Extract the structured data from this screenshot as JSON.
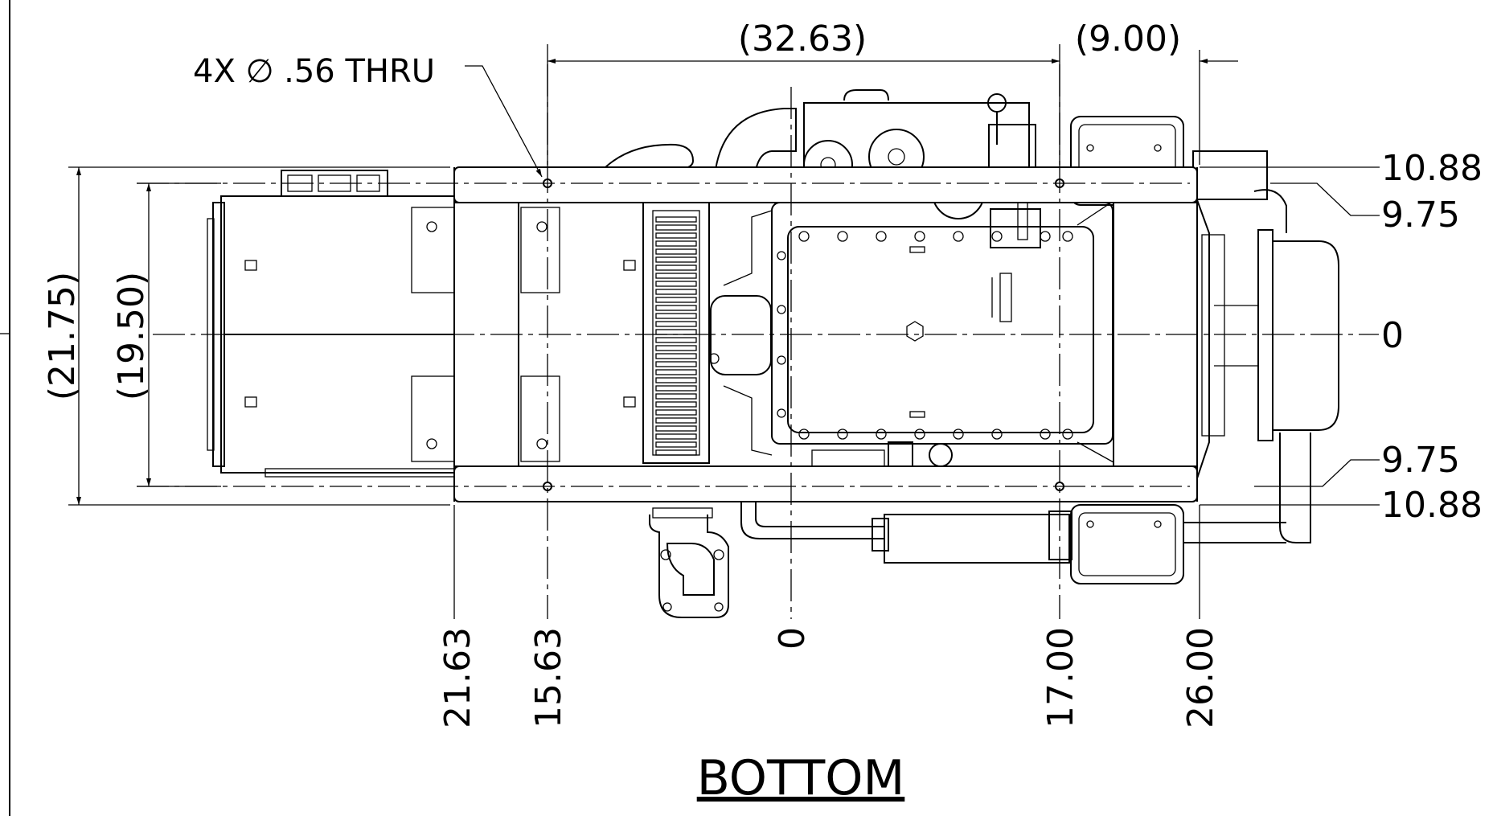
{
  "view_title": "BOTTOM",
  "hole_callout": "4X  ∅  .56 THRU",
  "horizontal_dims": {
    "overall": "(32.63)",
    "right": "(9.00)"
  },
  "vertical_dims": {
    "outer": "(21.75)",
    "inner": "(19.50)"
  },
  "right_ordinates": {
    "top_outer": "10.88",
    "top_inner": "9.75",
    "center": "0",
    "bottom_inner": "9.75",
    "bottom_outer": "10.88"
  },
  "bottom_ordinates": {
    "a": "21.63",
    "b": "15.63",
    "c": "0",
    "d": "17.00",
    "e": "26.00"
  }
}
